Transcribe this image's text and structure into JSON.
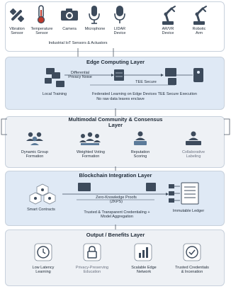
{
  "sensors": {
    "items": [
      {
        "label": "Vibration\nSensor",
        "icon": "vibration-sensor-icon"
      },
      {
        "label": "Temperature\nSensor",
        "icon": "thermometer-icon"
      },
      {
        "label": "Camera",
        "icon": "camera-icon"
      },
      {
        "label": "Microphone",
        "icon": "microphone-icon"
      },
      {
        "label": "LIDAR\nDevice",
        "icon": "lidar-icon"
      },
      {
        "label": "AR/VR\nDevice",
        "icon": "robot-arm-icon"
      },
      {
        "label": "Robotic\nArm",
        "icon": "robot-arm-icon"
      }
    ],
    "caption": "Industrial IoT Sensors & Actuators"
  },
  "edge": {
    "title": "Edge Computing Layer",
    "differential": "Differential\nPrivacy Noise",
    "tee": "TEE Secure",
    "local_training": "Local Training",
    "federated": "Federated Learning on Edge Devices TEE Secure Execution",
    "no_raw": "No raw data leaves enclave"
  },
  "community": {
    "title": "Multimodal Community & Consensus\nLayer",
    "items": [
      {
        "label": "Dynamic Group\nFormation"
      },
      {
        "label": "Weighted Voting\nFormation"
      },
      {
        "label": "Reputation\nScoring"
      },
      {
        "label": "Collaborative\nLabeling"
      }
    ]
  },
  "blockchain": {
    "title": "Blockchain Integration Layer",
    "smart_contracts": "Smart Contracts",
    "zkp": "Zero-Knowledge Proofs\n(ZKPS)",
    "trusted": "Trusted & Transparent Credentialing +\nModel Aggregation",
    "ledger": "Immutable Ledger"
  },
  "output": {
    "title": "Output / Benefits Layer",
    "items": [
      {
        "label": "Low Latency\nLearning",
        "icon": "clock-icon"
      },
      {
        "label": "Privacy-Preserving\nEducation",
        "icon": "lock-icon"
      },
      {
        "label": "Scalable Edge\nNetwork",
        "icon": "bar-chart-icon"
      },
      {
        "label": "Trusted Credentials\n& Incenation",
        "icon": "check-badge-icon"
      }
    ]
  },
  "colors": {
    "panel_blue": "#dfe9f5",
    "panel_gray": "#eef1f5",
    "icon_dark": "#3d4b5c",
    "border": "#c8d1dc"
  }
}
